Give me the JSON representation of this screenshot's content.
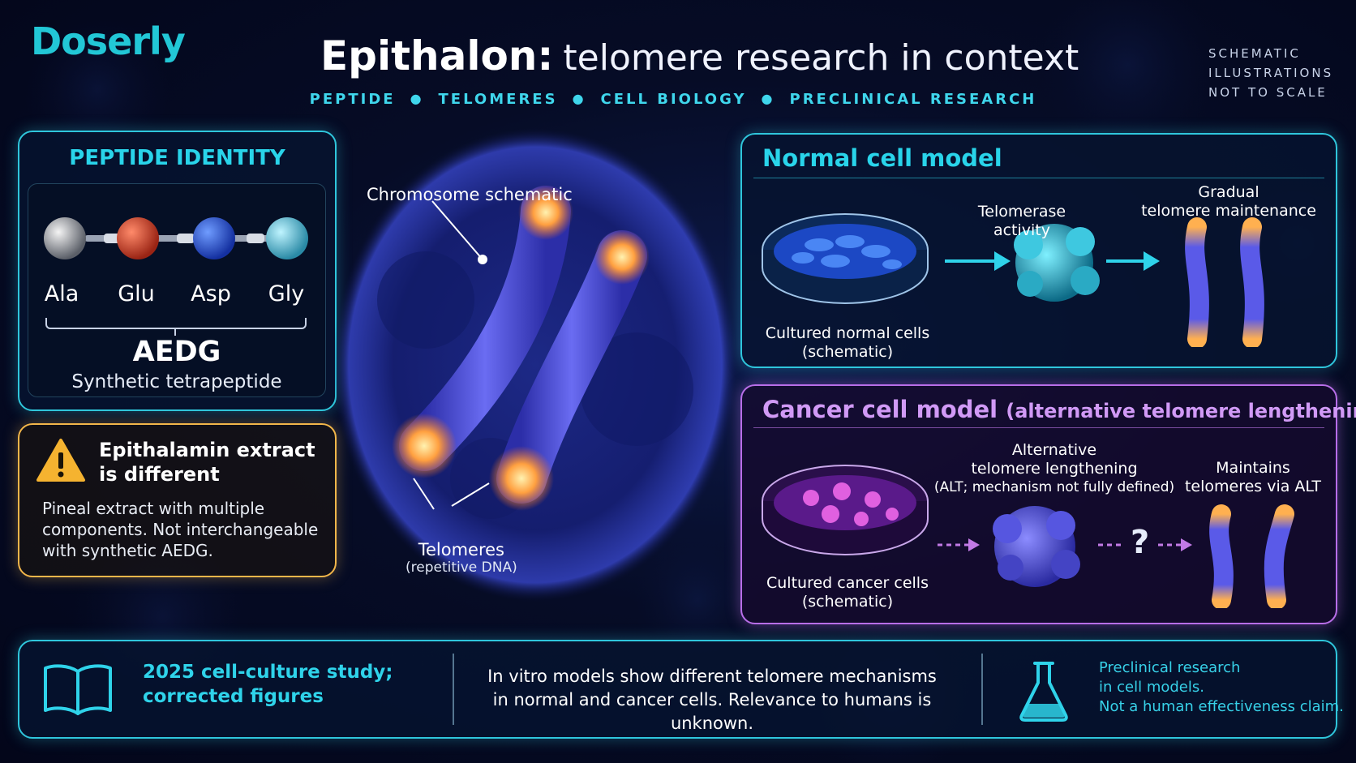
{
  "brand": {
    "logo": "Doserly"
  },
  "header": {
    "title_main": "Epithalon:",
    "title_sub": "telomere research in context",
    "tags": [
      "PEPTIDE",
      "TELOMERES",
      "CELL BIOLOGY",
      "PRECLINICAL RESEARCH"
    ],
    "note_lines": [
      "SCHEMATIC",
      "ILLUSTRATIONS",
      "NOT TO SCALE"
    ]
  },
  "identity": {
    "title": "PEPTIDE IDENTITY",
    "amino_acids": [
      "Ala",
      "Glu",
      "Asp",
      "Gly"
    ],
    "code": "AEDG",
    "subtitle": "Synthetic tetrapeptide"
  },
  "warning": {
    "icon": "warning-triangle-icon",
    "title_lines": [
      "Epithalamin extract",
      "is different"
    ],
    "body_lines": [
      "Pineal extract with multiple",
      "components. Not interchangeable",
      "with synthetic AEDG."
    ]
  },
  "chromosome": {
    "label": "Chromosome schematic",
    "telomeres_label": "Telomeres",
    "telomeres_sub": "(repetitive DNA)"
  },
  "normal_model": {
    "title": "Normal cell model",
    "dish_label": [
      "Cultured normal cells",
      "(schematic)"
    ],
    "enzyme_label": [
      "Telomerase",
      "activity"
    ],
    "result_label": [
      "Gradual",
      "telomere maintenance"
    ]
  },
  "cancer_model": {
    "title": "Cancer cell model",
    "title_paren": "(alternative telomere lengthening)",
    "dish_label": [
      "Cultured cancer cells",
      "(schematic)"
    ],
    "mechanism_label": [
      "Alternative",
      "telomere lengthening",
      "(ALT; mechanism not fully defined)"
    ],
    "question": "?",
    "result_label": [
      "Maintains",
      "telomeres via ALT"
    ]
  },
  "footer": {
    "study_lines": [
      "2025 cell-culture study;",
      "corrected figures"
    ],
    "middle_lines": [
      "In vitro models show different telomere mechanisms",
      "in normal and cancer cells. Relevance to humans is unknown."
    ],
    "right_lines": [
      "Preclinical research",
      "in cell models.",
      "Not a human effectiveness claim."
    ]
  },
  "colors": {
    "accent_cyan": "#2fc6dc",
    "accent_purple": "#b86ee8",
    "warning_amber": "#f2b64a",
    "telomere_glow": "#ffa040",
    "background": "#060c26"
  }
}
